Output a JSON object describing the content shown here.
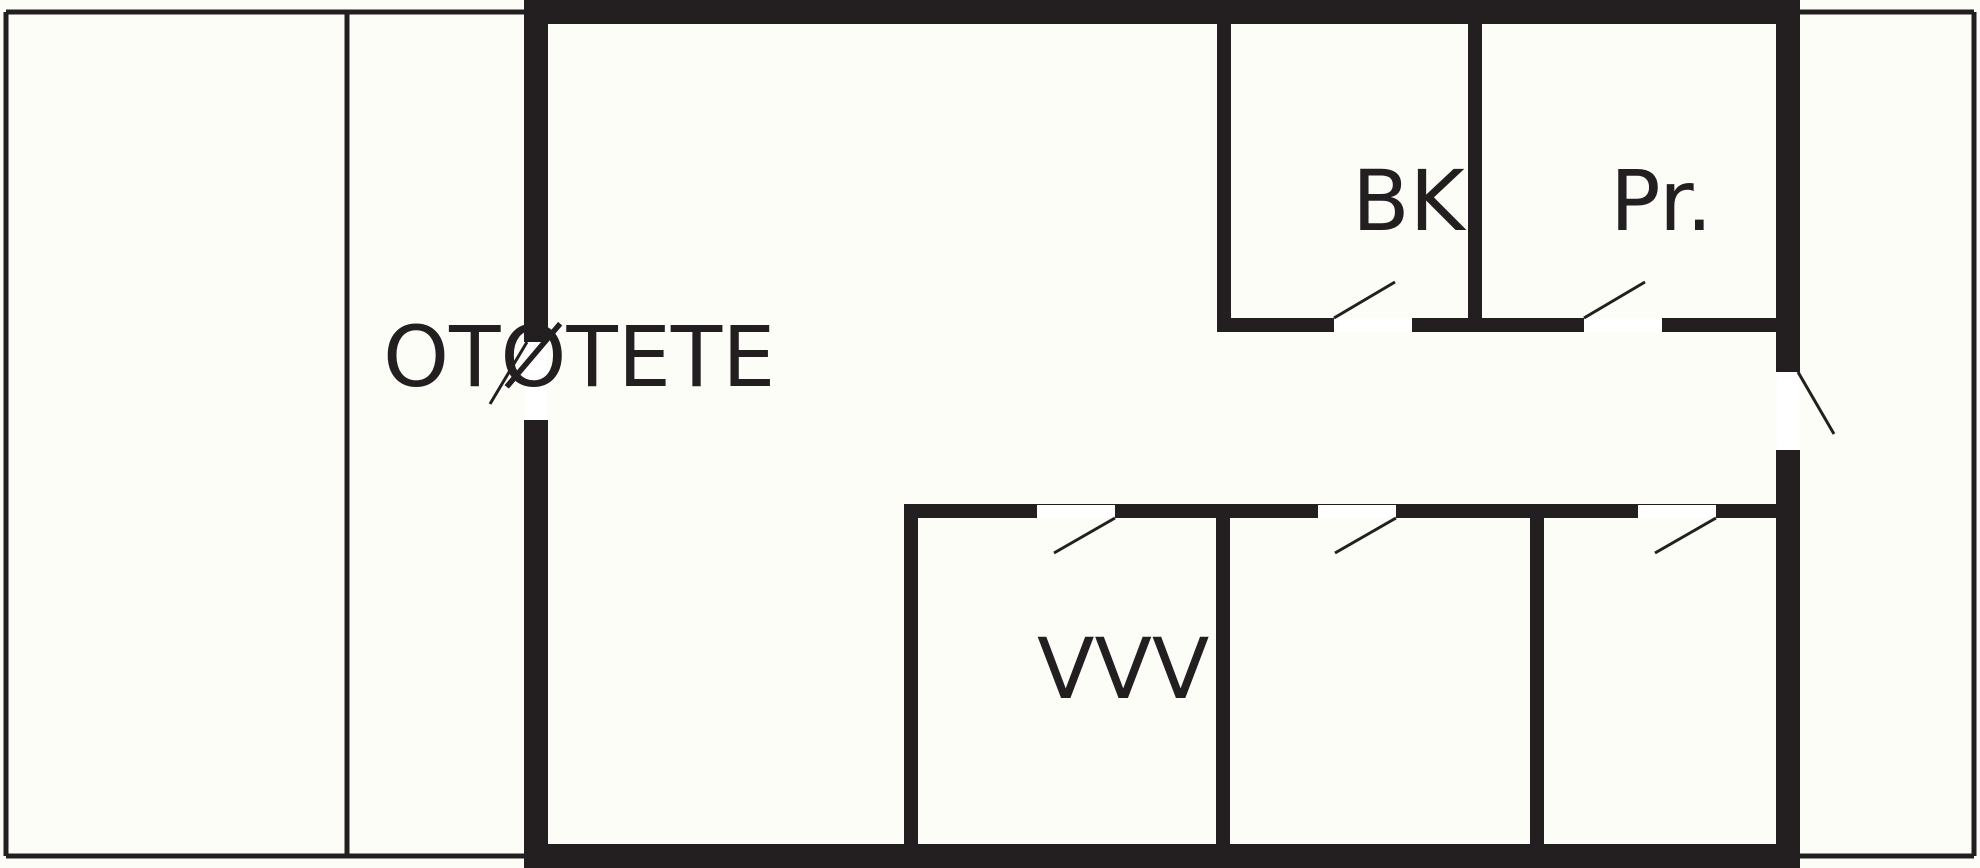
{
  "labels": {
    "left_area": "OTØTETE",
    "bk": "BK",
    "pr": "Pr.",
    "vvv": "VVV"
  },
  "colors": {
    "wall": "#231f20",
    "floor": "#fdfdf8",
    "door_gap": "#ffffff"
  }
}
